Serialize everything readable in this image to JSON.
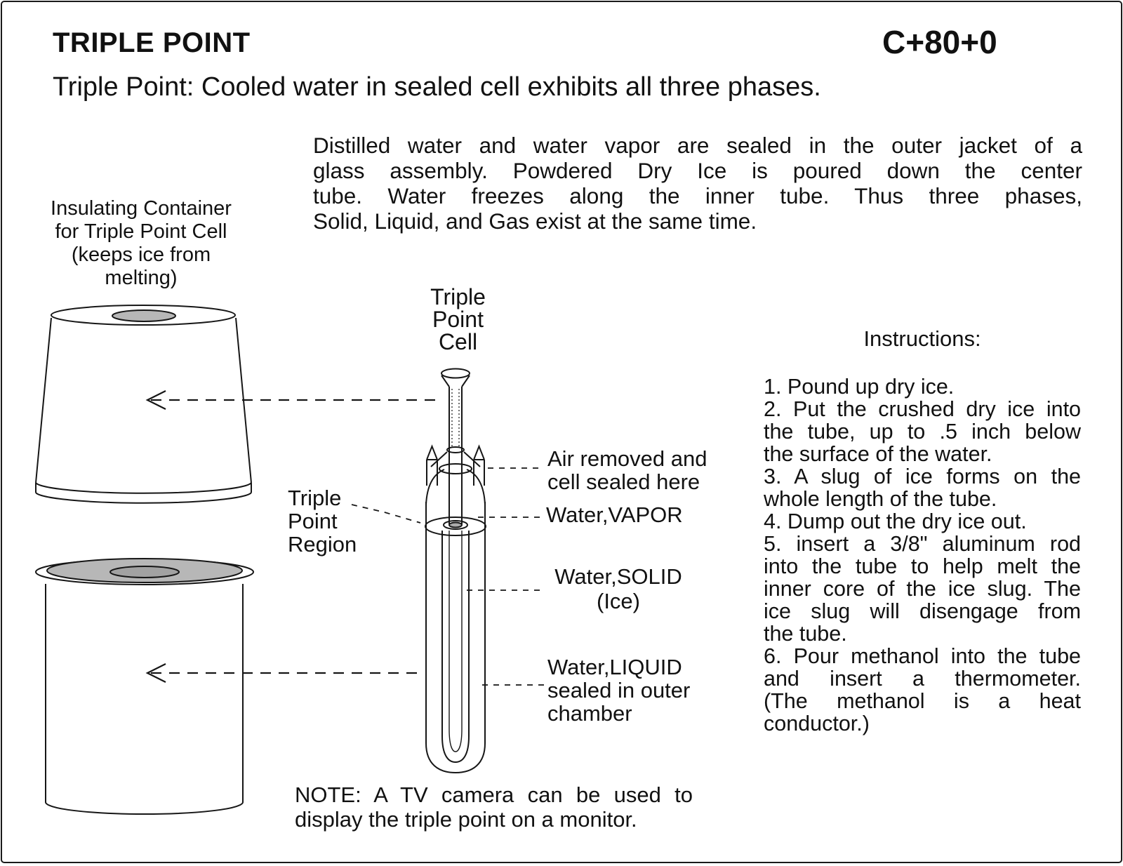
{
  "header": {
    "title": "TRIPLE POINT",
    "code": "C+80+0",
    "subtitle": "Triple Point: Cooled water in sealed cell exhibits all three phases."
  },
  "intro": {
    "lines": [
      "Distilled water and water vapor are sealed in the outer jacket of a",
      "glass assembly.  Powdered Dry Ice is poured down the center",
      "tube. Water freezes along the inner tube. Thus three phases,",
      "Solid, Liquid, and Gas exist at the same time."
    ]
  },
  "figure_labels": {
    "insulating_container": {
      "lines": [
        "Insulating Container",
        "for Triple Point Cell",
        "(keeps ice from",
        "melting)"
      ]
    },
    "cell_title": {
      "lines": [
        "Triple",
        "Point",
        "Cell"
      ]
    },
    "region": {
      "lines": [
        "Triple",
        "Point",
        "Region"
      ]
    },
    "air_seal": {
      "lines": [
        "Air removed and",
        "cell sealed here"
      ]
    },
    "vapor": "Water,VAPOR",
    "solid": {
      "lines": [
        "Water,SOLID",
        "(Ice)"
      ]
    },
    "liquid": {
      "lines": [
        "Water,LIQUID",
        "sealed in outer",
        "chamber"
      ]
    }
  },
  "instructions": {
    "heading": "Instructions:",
    "items": [
      {
        "lines": [
          "1. Pound up dry ice."
        ]
      },
      {
        "lines": [
          "2. Put the crushed dry ice into",
          "the tube, up to .5 inch below",
          "the surface of the water."
        ]
      },
      {
        "lines": [
          "3. A slug of ice forms on the",
          "whole length of the tube."
        ]
      },
      {
        "lines": [
          "4. Dump out the dry ice out."
        ]
      },
      {
        "lines": [
          "5. insert a 3/8\" aluminum rod",
          "into the tube to help melt the",
          "inner core of the ice slug. The",
          "ice slug will disengage from",
          "the tube."
        ]
      },
      {
        "lines": [
          "6. Pour methanol into the tube",
          "and insert a thermometer.",
          "(The methanol is a heat",
          "conductor.)"
        ]
      }
    ]
  },
  "note": {
    "lines": [
      "NOTE: A TV camera can be used to",
      "display the triple point on a monitor."
    ]
  },
  "colors": {
    "ink": "#161616",
    "insulation_gray": "#b7b7b7",
    "hole_gray": "#a2a2a2",
    "background": "#ffffff"
  }
}
